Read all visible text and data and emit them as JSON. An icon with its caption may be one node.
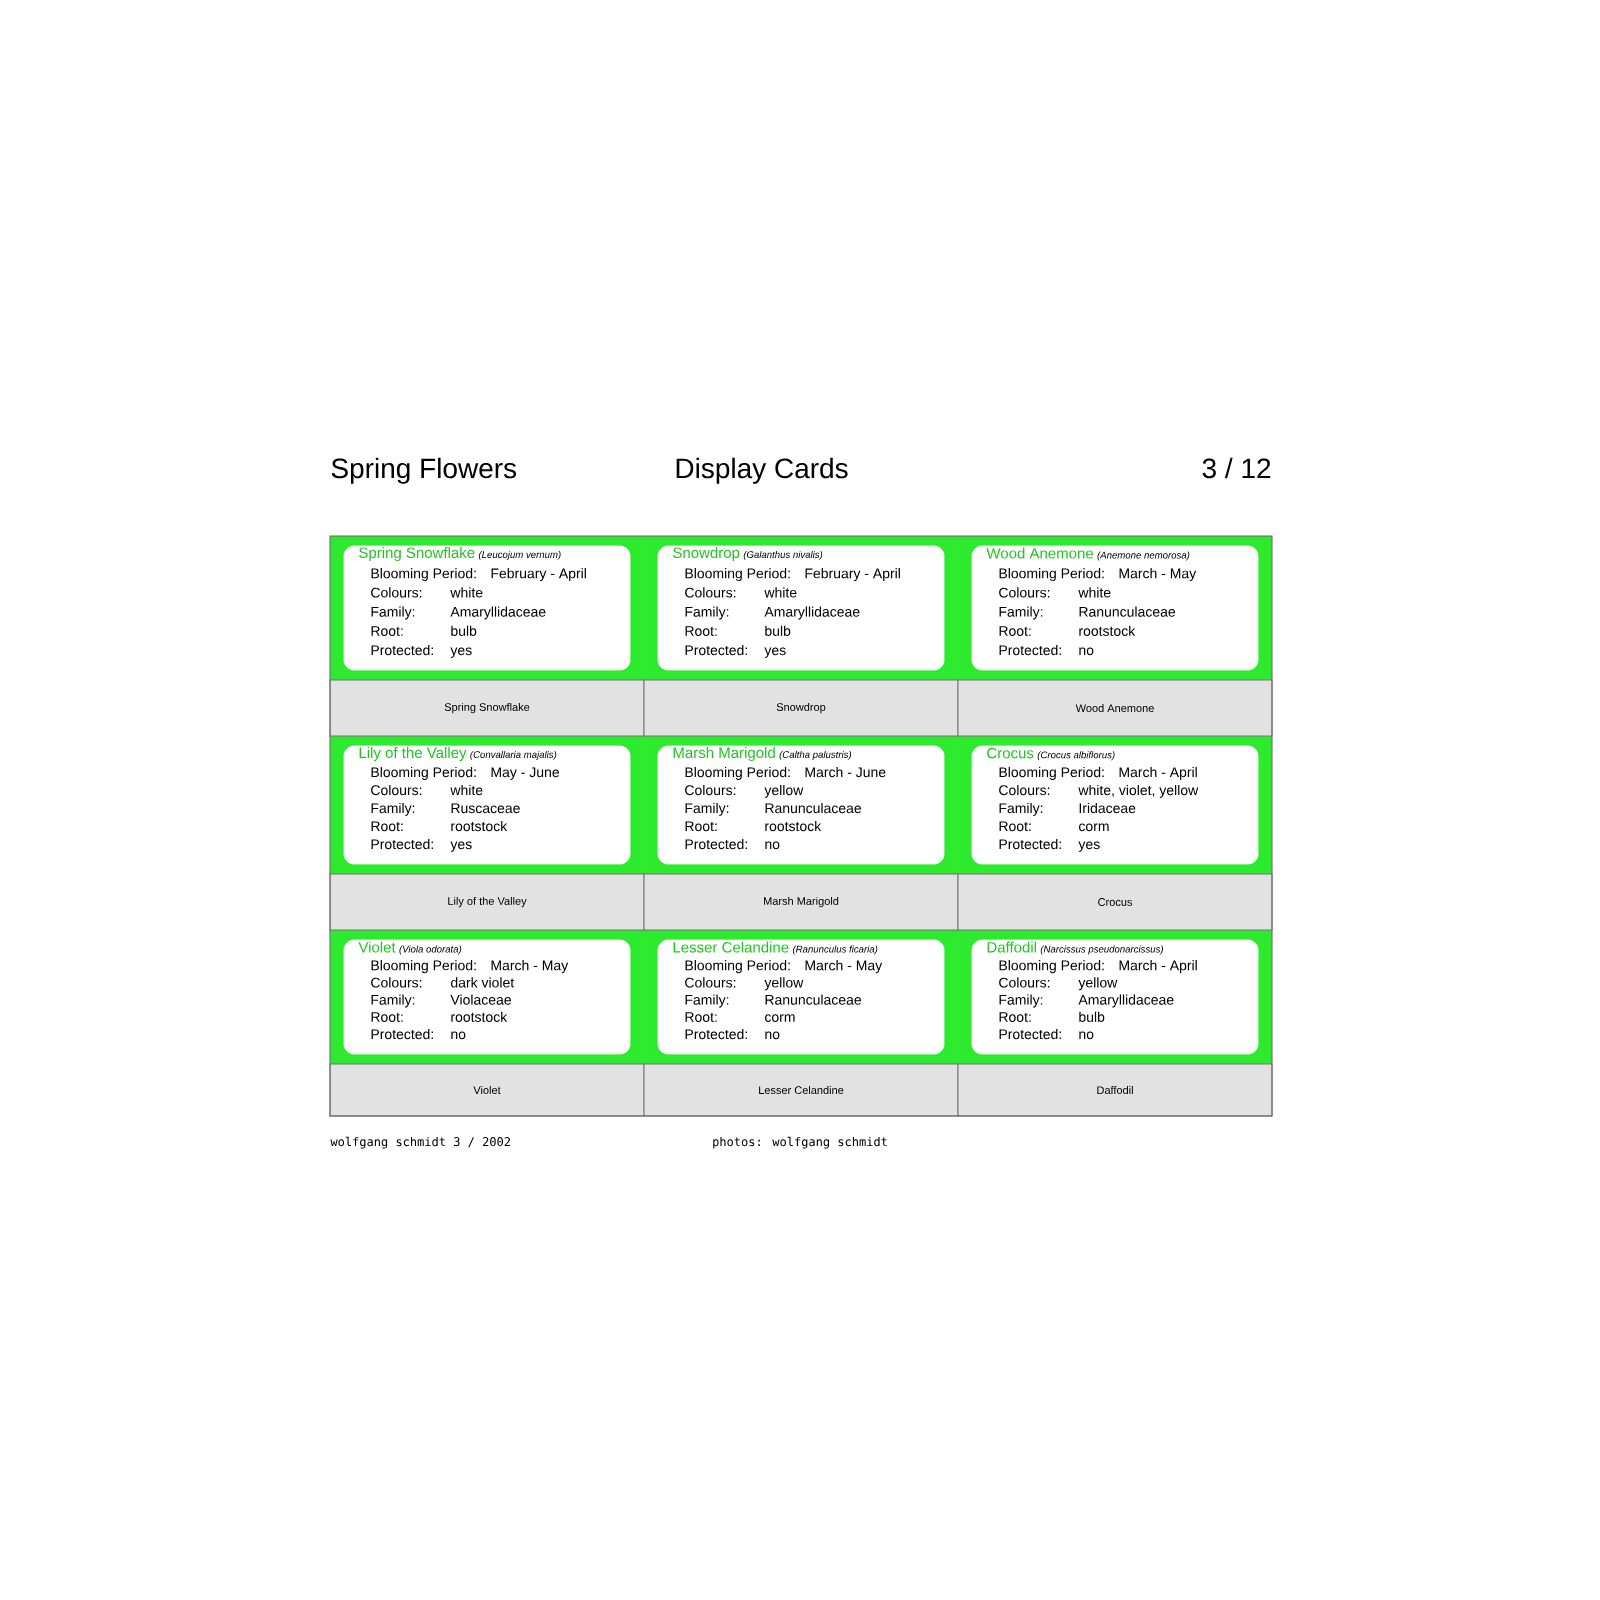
{
  "diagram": {
    "title": "Spring Flowers",
    "nodes": [
      {
        "text": [
          "Spring Snowflake",
          "(Leucojum vernum)",
          "Blooming Period:",
          "February - April",
          "Colours:",
          "white",
          "Family:",
          "Amaryllidaceae",
          "Root:",
          "bulb",
          "Protected:",
          "yes"
        ]
      },
      {
        "text": [
          "Snowdrop",
          "(Galanthus nivalis)",
          "Blooming Period:",
          "February - April",
          "Colours:",
          "white",
          "Family:",
          "Amaryllidaceae",
          "Root:",
          "bulb",
          "Protected:",
          "yes"
        ]
      },
      {
        "text": [
          "Wood Anemone",
          "(Anemone nemorosa)",
          "Blooming Period:",
          "March - May",
          "Colours:",
          "white",
          "Family:",
          "Ranunculaceae",
          "Root:",
          "rootstock",
          "Protected:",
          "no"
        ]
      },
      {
        "text": [
          "Spring Snowflake"
        ]
      },
      {
        "text": [
          "Snowdrop"
        ]
      },
      {
        "text": [
          "Wood Anemone"
        ]
      },
      {
        "text": [
          "Lily of the Valley",
          "(Convallaria majalis)",
          "Blooming Period:",
          "May - June",
          "Colours:",
          "white",
          "Family:",
          "Ruscaceae",
          "Root:",
          "rootstock",
          "Protected:",
          "yes"
        ]
      },
      {
        "text": [
          "Marsh Marigold",
          "(Caltha palustris)",
          "Blooming Period:",
          "March - June",
          "Colours:",
          "yellow",
          "Family:",
          "Ranunculaceae",
          "Root:",
          "rootstock",
          "Protected:",
          "no"
        ]
      },
      {
        "text": [
          "Crocus",
          "(Crocus albiflorus)",
          "Blooming Period:",
          "March - April",
          "Colours:",
          "white, violet, yellow",
          "Family:",
          "Iridaceae",
          "Root:",
          "corm",
          "Protected:",
          "yes"
        ]
      },
      {
        "text": [
          "Lily of the Valley"
        ]
      },
      {
        "text": [
          "Marsh Marigold"
        ]
      },
      {
        "text": [
          "Crocus"
        ]
      },
      {
        "text": [
          "Violet",
          "(Viola odorata)",
          "Blooming Period:",
          "March - May",
          "Colours:",
          "dark violet",
          "Family:",
          "Violaceae",
          "Root:",
          "rootstock",
          "Protected:",
          "no"
        ]
      },
      {
        "text": [
          "Lesser Celandine",
          "(Ranunculus ficaria)",
          "Blooming Period:",
          "March - May",
          "Colours:",
          "yellow",
          "Family:",
          "Ranunculaceae",
          "Root:",
          "corm",
          "Protected:",
          "no"
        ]
      },
      {
        "text": [
          "Daffodil",
          "(Narcissus pseudonarcissus)",
          "Blooming Period:",
          "March - April",
          "Colours:",
          "yellow",
          "Family:",
          "Amaryllidaceae",
          "Root:",
          "bulb",
          "Protected:",
          "no"
        ]
      },
      {
        "text": [
          "Violet"
        ]
      },
      {
        "text": [
          "Lesser Celandine"
        ]
      },
      {
        "text": [
          "Daffodil"
        ]
      }
    ],
    "labels": [
      "Display Cards",
      "3 / 12",
      "wolfgang schmidt 3 / 2002",
      "photos: wolfgang schmidt"
    ]
  }
}
